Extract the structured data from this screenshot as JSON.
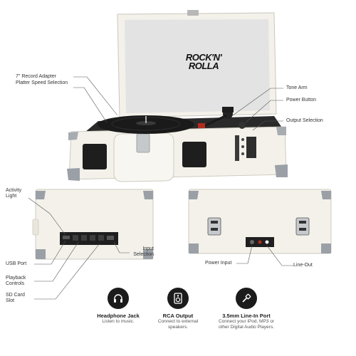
{
  "brand": {
    "line1": "ROCK'N'",
    "line2": "ROLLA"
  },
  "top_labels": {
    "adapter": "7\" Record Adapter",
    "speed": "Platter Speed Selection",
    "tone_arm": "Tone Arm",
    "power_button": "Power Button",
    "output_selection": "Output Selection"
  },
  "front_labels": {
    "activity_light": "Activity\nLight",
    "usb_port": "USB Port",
    "playback_controls": "Playback\nControls",
    "sd_card_slot": "SD Card\nSlot",
    "input_selection": "Input\nSelection"
  },
  "back_labels": {
    "power_input": "Power Input",
    "line_out": "Line-Out"
  },
  "features": [
    {
      "icon": "headphones-icon",
      "title": "Headphone Jack",
      "desc": "Listen to music."
    },
    {
      "icon": "speaker-icon",
      "title": "RCA Output",
      "desc": "Connect to external\nspeakers."
    },
    {
      "icon": "plug-icon",
      "title": "3.5mm Line-In Port",
      "desc": "Connect your iPod, MP3 or\nother Digital Audio Players."
    }
  ],
  "colors": {
    "case": "#f3f1ea",
    "lining": "#e4e4e4",
    "platter": "#1c1c1c",
    "trim": "#9aa0a6",
    "icon_bg": "#1b1b1b"
  }
}
